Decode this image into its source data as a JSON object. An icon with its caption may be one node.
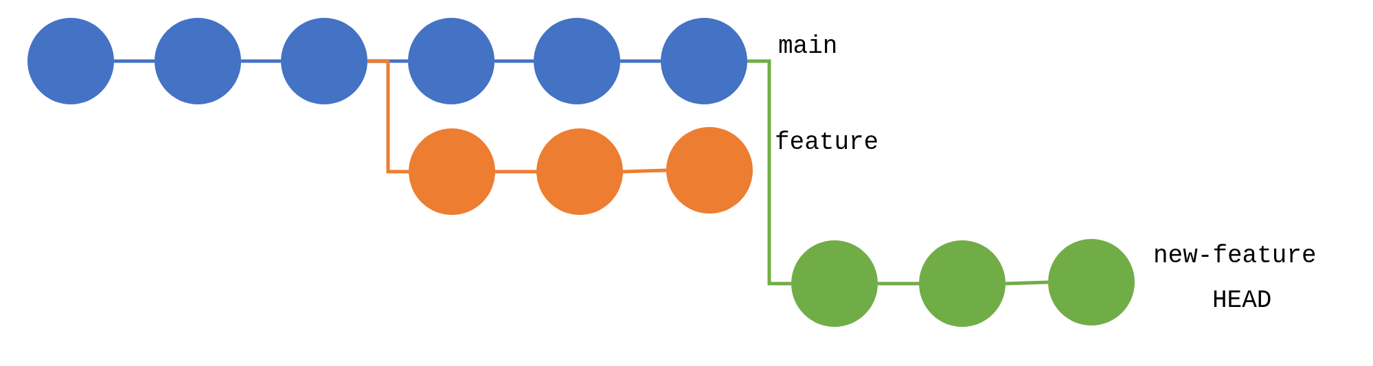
{
  "diagram": {
    "nodes": [
      {
        "text": [],
        "shape": "circle"
      },
      {
        "text": [],
        "shape": "circle"
      },
      {
        "text": [],
        "shape": "circle"
      },
      {
        "text": [],
        "shape": "circle"
      },
      {
        "text": [],
        "shape": "circle"
      },
      {
        "text": [],
        "shape": "circle"
      },
      {
        "text": [],
        "shape": "circle"
      },
      {
        "text": [],
        "shape": "circle"
      },
      {
        "text": [],
        "shape": "circle"
      },
      {
        "text": [],
        "shape": "circle"
      },
      {
        "text": [],
        "shape": "circle"
      },
      {
        "text": [],
        "shape": "circle"
      }
    ],
    "edges": [
      {
        "from": 0,
        "to": 1,
        "arrow": "none"
      },
      {
        "from": 1,
        "to": 2,
        "arrow": "none"
      },
      {
        "from": 2,
        "to": 3,
        "arrow": "none"
      },
      {
        "from": 3,
        "to": 4,
        "arrow": "none"
      },
      {
        "from": 4,
        "to": 5,
        "arrow": "none"
      },
      {
        "from": 2,
        "to": 6,
        "arrow": "none",
        "color": "#ed7d31"
      },
      {
        "from": 6,
        "to": 7,
        "arrow": "none",
        "color": "#ed7d31"
      },
      {
        "from": 7,
        "to": 8,
        "arrow": "none",
        "color": "#ed7d31"
      },
      {
        "from": 5,
        "to": 9,
        "arrow": "none",
        "color": "#70ad47"
      },
      {
        "from": 9,
        "to": 10,
        "arrow": "none",
        "color": "#70ad47"
      },
      {
        "from": 10,
        "to": 11,
        "arrow": "none",
        "color": "#70ad47"
      }
    ],
    "labels": [
      "main",
      "feature",
      "new-feature",
      "HEAD"
    ]
  }
}
